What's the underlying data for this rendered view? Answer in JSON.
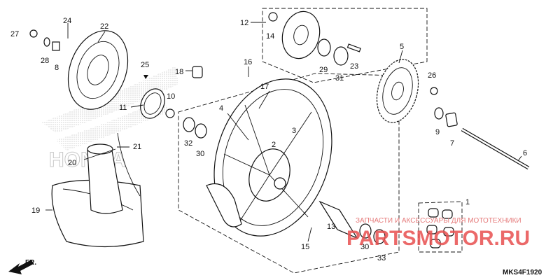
{
  "diagram": {
    "code": "MKS4F1920",
    "fr_arrow": "FR.",
    "brand_watermark": "HONDA",
    "watermark_line1": "ЗАПЧАСТИ И АКСЕССУАРЫ ДЛЯ МОТОТЕХНИКИ",
    "watermark_logo": "PARTSMOTOR.RU",
    "callouts": [
      "1",
      "2",
      "3",
      "4",
      "5",
      "6",
      "7",
      "8",
      "9",
      "10",
      "11",
      "12",
      "13",
      "14",
      "15",
      "16",
      "17",
      "18",
      "19",
      "20",
      "21",
      "22",
      "23",
      "24",
      "25",
      "26",
      "27",
      "28",
      "29",
      "30",
      "30",
      "31",
      "32",
      "33"
    ]
  }
}
